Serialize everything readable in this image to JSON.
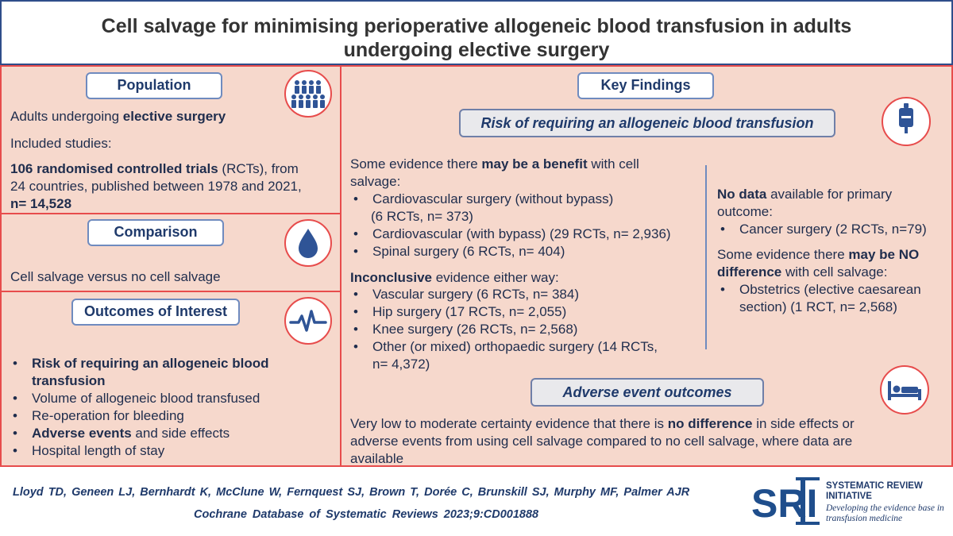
{
  "title": {
    "line1": "Cell salvage for minimising perioperative allogeneic blood transfusion in adults",
    "line2": "undergoing elective surgery"
  },
  "population": {
    "heading": "Population",
    "icon": "people-group-icon",
    "line1_pre": "Adults undergoing ",
    "line1_bold": "elective surgery",
    "line2": "Included studies:",
    "studies_bold": "106 randomised controlled trials",
    "studies_rest1": " (RCTs), from",
    "studies_line2": "24 countries, published between 1978 and 2021,",
    "n_bold": "n= 14,528"
  },
  "comparison": {
    "heading": "Comparison",
    "icon": "blood-drop-icon",
    "text": "Cell salvage versus no cell salvage"
  },
  "outcomes": {
    "heading": "Outcomes of Interest",
    "icon": "heartbeat-icon",
    "item1_bold": "Risk of requiring an allogeneic blood",
    "item1_bold2": "transfusion",
    "item2": "Volume of allogeneic blood transfused",
    "item3": "Re-operation for bleeding",
    "item4_bold": "Adverse events",
    "item4_rest": " and side effects",
    "item5": "Hospital length of stay"
  },
  "findings": {
    "heading": "Key Findings",
    "risk_heading": "Risk of requiring an allogeneic blood transfusion",
    "risk_icon": "blood-bag-icon",
    "benefit_pre": "Some evidence there ",
    "benefit_bold": "may be a benefit",
    "benefit_post": " with cell",
    "benefit_line2": "salvage:",
    "benefit_items": [
      "Cardiovascular surgery (without bypass)",
      "Cardiovascular (with bypass) (29 RCTs, n= 2,936)",
      "Spinal surgery (6 RCTs, n= 404)"
    ],
    "benefit_item1_sub": "(6 RCTs, n= 373)",
    "inconclusive_bold": "Inconclusive",
    "inconclusive_rest": " evidence either way:",
    "inconclusive_items": [
      "Vascular surgery (6 RCTs, n= 384)",
      "Hip surgery (17 RCTs, n= 2,055)",
      "Knee surgery (26 RCTs, n= 2,568)",
      "Other (or mixed) orthopaedic surgery (14 RCTs,"
    ],
    "inconclusive_item4_sub": "n= 4,372)",
    "nodata_bold": "No data",
    "nodata_rest": " available for primary",
    "nodata_line2": "outcome:",
    "nodata_item": "Cancer surgery (2 RCTs, n=79)",
    "nodiff_pre": "Some evidence there ",
    "nodiff_bold": "may be NO",
    "nodiff_bold2": "difference",
    "nodiff_rest": " with cell salvage:",
    "nodiff_item": "Obstetrics (elective caesarean",
    "nodiff_item_sub": "section) (1 RCT, n= 2,568)",
    "adverse_heading": "Adverse event outcomes",
    "adverse_icon": "hospital-bed-icon",
    "adverse_pre": "Very low to moderate certainty evidence that there is ",
    "adverse_bold": "no difference",
    "adverse_post": " in side effects or",
    "adverse_line2": "adverse events from using cell salvage compared to no cell salvage, where data are",
    "adverse_line3": "available"
  },
  "footer": {
    "authors": "Lloyd TD, Geneen LJ, Bernhardt K, McClune W, Fernquest SJ, Brown T, Dorée C, Brunskill SJ, Murphy MF, Palmer AJR",
    "journal": "Cochrane Database of Systematic Reviews 2023;9:CD001888",
    "logo_letters": "SRI",
    "logo_line1": "SYSTEMATIC REVIEW",
    "logo_line2": "INITIATIVE",
    "logo_tag1": "Developing the evidence base in",
    "logo_tag2": "transfusion medicine",
    "brand_color": "#1f4e8c"
  }
}
